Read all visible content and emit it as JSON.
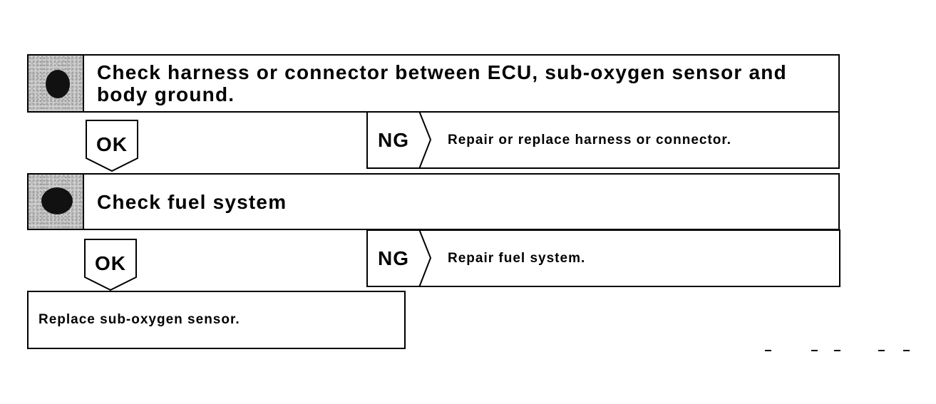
{
  "steps": [
    {
      "check": "Check harness or connector between ECU, sub-oxygen sensor and body ground.",
      "ok_label": "OK",
      "ng_label": "NG",
      "ng_action": "Repair or replace harness or connector."
    },
    {
      "check": "Check fuel system",
      "ok_label": "OK",
      "ng_label": "NG",
      "ng_action": "Repair fuel system."
    }
  ],
  "final_action": "Replace sub-oxygen sensor."
}
